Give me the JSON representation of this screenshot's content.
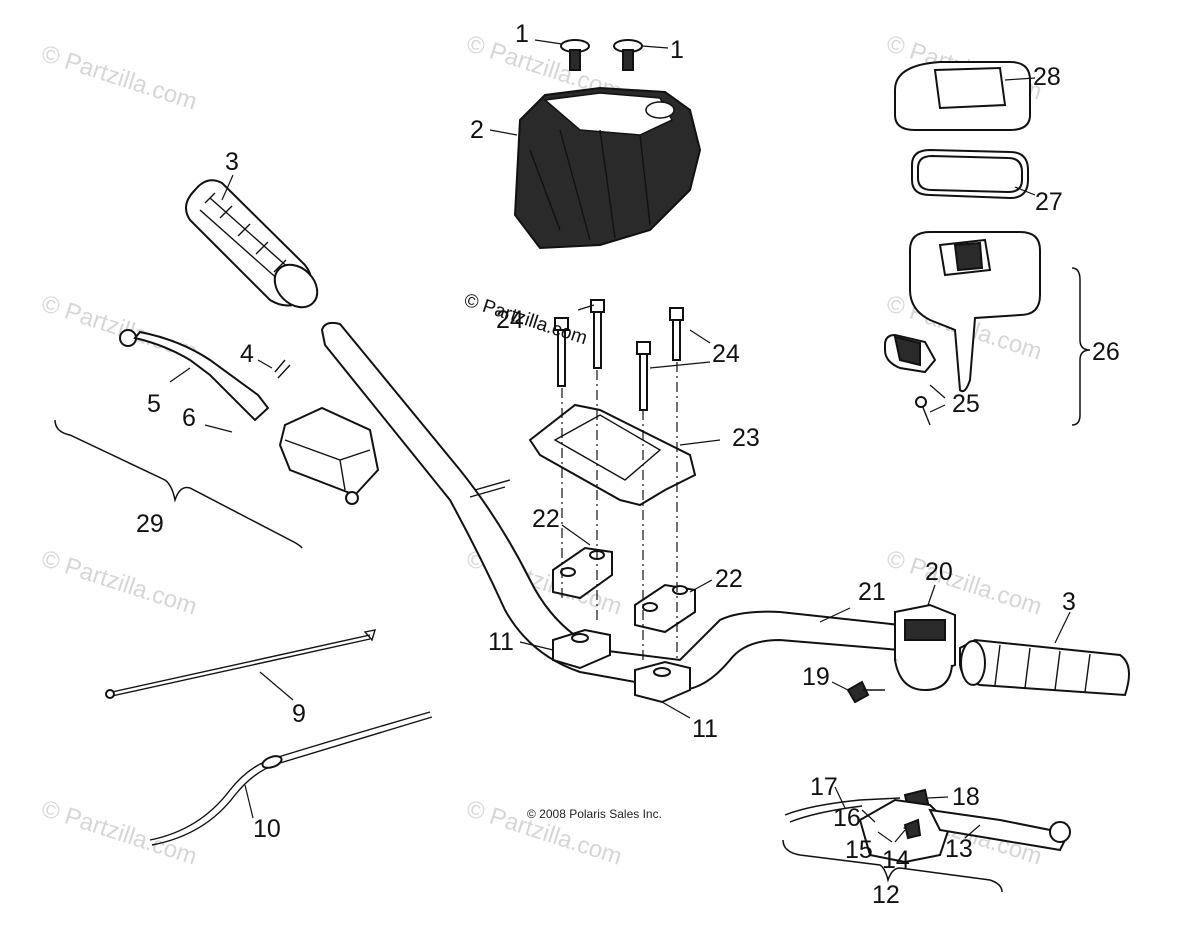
{
  "watermark": {
    "text": "© Partzilla.com",
    "overlay_text": "© Partzilla.com"
  },
  "copyright": "© 2008 Polaris Sales Inc.",
  "callouts": [
    {
      "id": "c1a",
      "text": "1"
    },
    {
      "id": "c1b",
      "text": "1"
    },
    {
      "id": "c2",
      "text": "2"
    },
    {
      "id": "c3a",
      "text": "3"
    },
    {
      "id": "c3b",
      "text": "3"
    },
    {
      "id": "c4",
      "text": "4"
    },
    {
      "id": "c5",
      "text": "5"
    },
    {
      "id": "c6",
      "text": "6"
    },
    {
      "id": "c9",
      "text": "9"
    },
    {
      "id": "c10",
      "text": "10"
    },
    {
      "id": "c11a",
      "text": "11"
    },
    {
      "id": "c11b",
      "text": "11"
    },
    {
      "id": "c12",
      "text": "12"
    },
    {
      "id": "c13",
      "text": "13"
    },
    {
      "id": "c14",
      "text": "14"
    },
    {
      "id": "c15",
      "text": "15"
    },
    {
      "id": "c16",
      "text": "16"
    },
    {
      "id": "c17",
      "text": "17"
    },
    {
      "id": "c18",
      "text": "18"
    },
    {
      "id": "c19",
      "text": "19"
    },
    {
      "id": "c20",
      "text": "20"
    },
    {
      "id": "c21",
      "text": "21"
    },
    {
      "id": "c22a",
      "text": "22"
    },
    {
      "id": "c22b",
      "text": "22"
    },
    {
      "id": "c23",
      "text": "23"
    },
    {
      "id": "c24a",
      "text": "24"
    },
    {
      "id": "c24b",
      "text": "24"
    },
    {
      "id": "c25",
      "text": "25"
    },
    {
      "id": "c26",
      "text": "26"
    },
    {
      "id": "c27",
      "text": "27"
    },
    {
      "id": "c28",
      "text": "28"
    },
    {
      "id": "c29",
      "text": "29"
    }
  ]
}
